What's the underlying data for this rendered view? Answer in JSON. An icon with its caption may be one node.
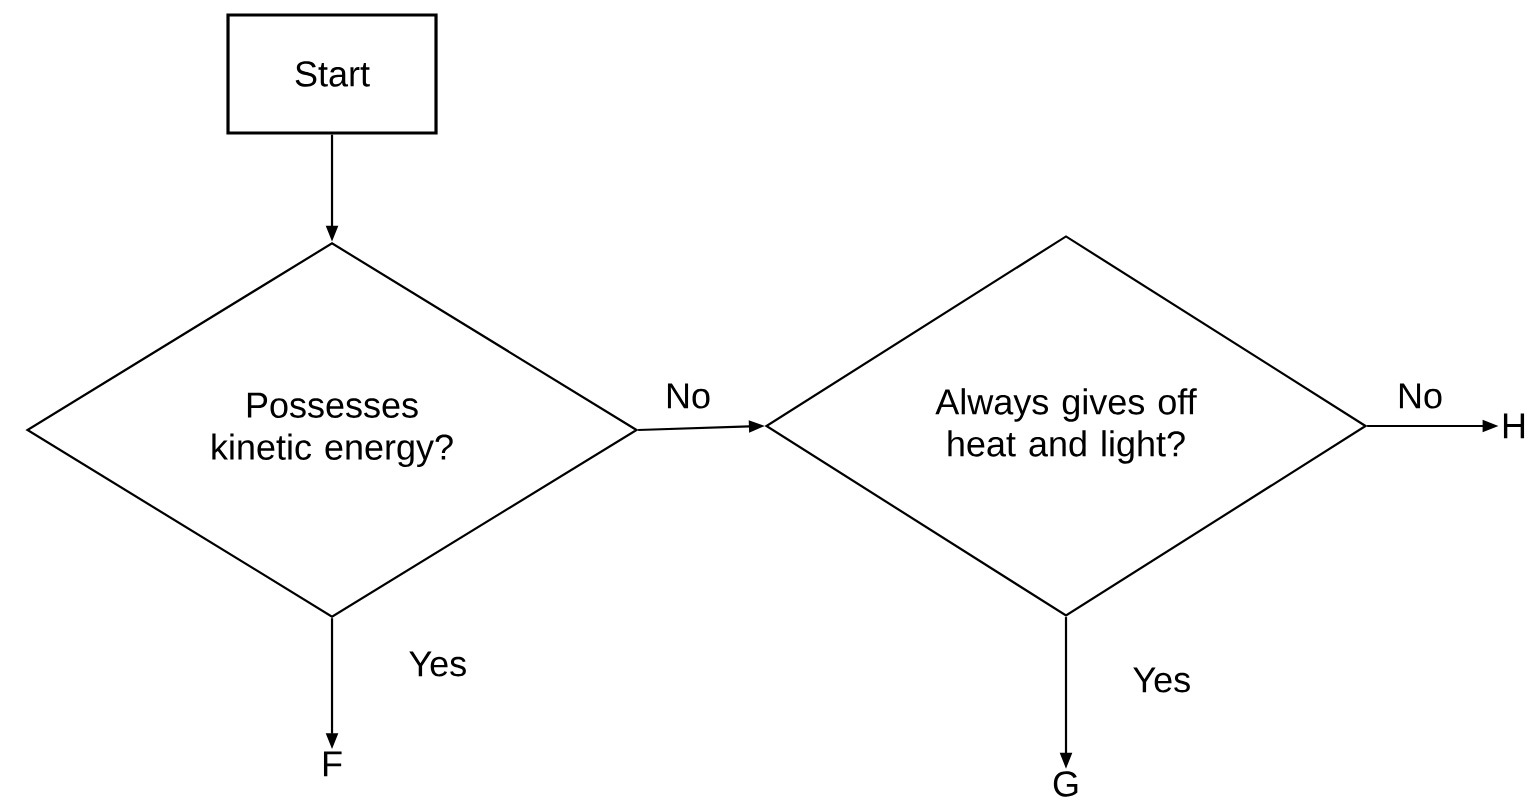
{
  "diagram": {
    "nodes": [
      {
        "text": [
          "Start"
        ]
      },
      {
        "text": [
          "Possesses kinetic energy?"
        ]
      },
      {
        "text": [
          "Always gives off heat and light?"
        ]
      },
      {
        "text": [
          "F"
        ]
      },
      {
        "text": [
          "G"
        ]
      },
      {
        "text": [
          "H"
        ]
      }
    ],
    "edges": [
      {
        "from": 0,
        "to": 1,
        "arrow": "to"
      },
      {
        "from": 1,
        "to": 2,
        "arrow": "to",
        "label": "No"
      },
      {
        "from": 1,
        "to": 3,
        "arrow": "to",
        "label": "Yes"
      },
      {
        "from": 2,
        "to": 4,
        "arrow": "to",
        "label": "Yes"
      },
      {
        "from": 2,
        "to": 5,
        "arrow": "to",
        "label": "No"
      }
    ]
  }
}
